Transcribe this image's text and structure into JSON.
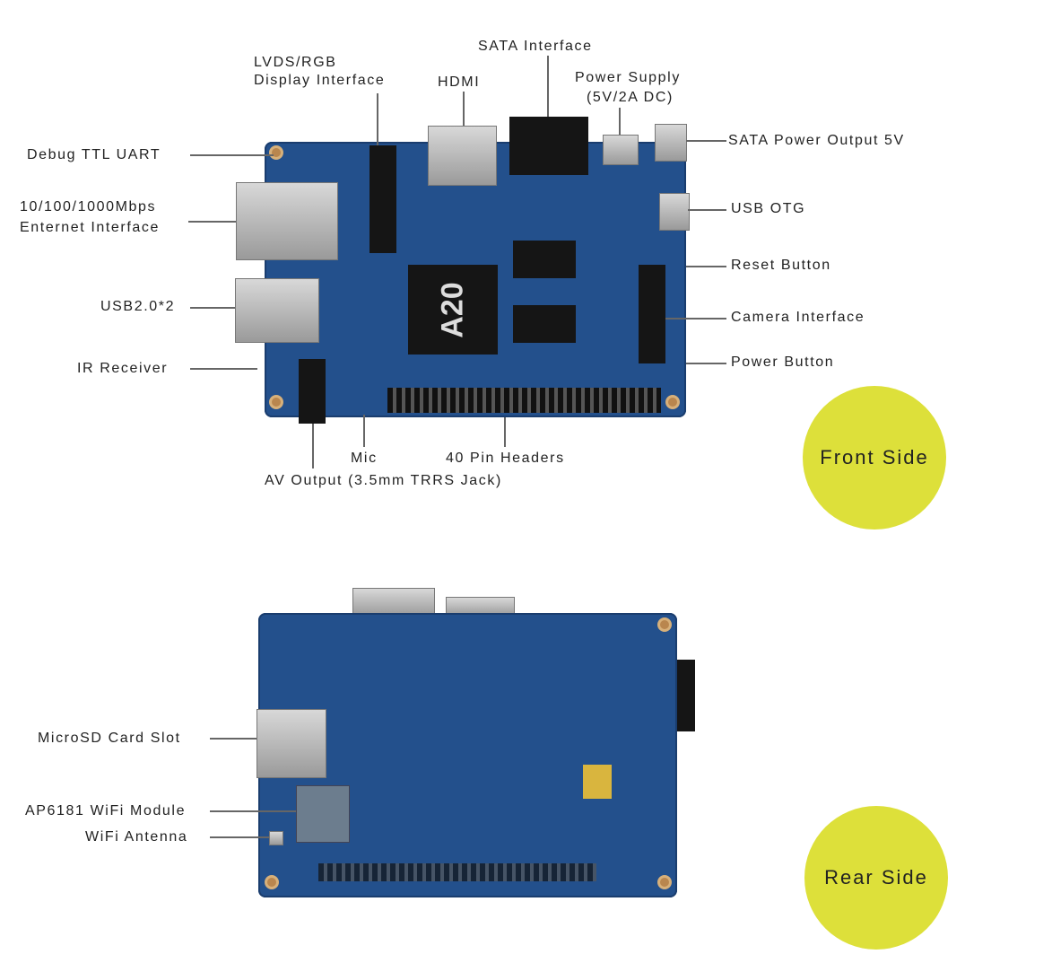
{
  "front": {
    "badge": "Front Side",
    "chip": "A20",
    "labels": {
      "lvds_1": "LVDS/RGB",
      "lvds_2": "Display Interface",
      "hdmi": "HDMI",
      "sata": "SATA Interface",
      "power_1": "Power Supply",
      "power_2": "(5V/2A DC)",
      "sata_power": "SATA Power Output 5V",
      "uart": "Debug TTL UART",
      "eth_1": "10/100/1000Mbps",
      "eth_2": "Enternet Interface",
      "usb": "USB2.0*2",
      "ir": "IR Receiver",
      "otg": "USB OTG",
      "reset": "Reset Button",
      "camera": "Camera Interface",
      "power_btn": "Power Button",
      "mic": "Mic",
      "pins": "40 Pin Headers",
      "av": "AV Output (3.5mm TRRS Jack)"
    }
  },
  "rear": {
    "badge": "Rear Side",
    "labels": {
      "sd": "MicroSD Card Slot",
      "wifi": "AP6181 WiFi Module",
      "antenna": "WiFi Antenna"
    }
  },
  "colors": {
    "board": "#23508c",
    "badge": "#dde03a"
  }
}
